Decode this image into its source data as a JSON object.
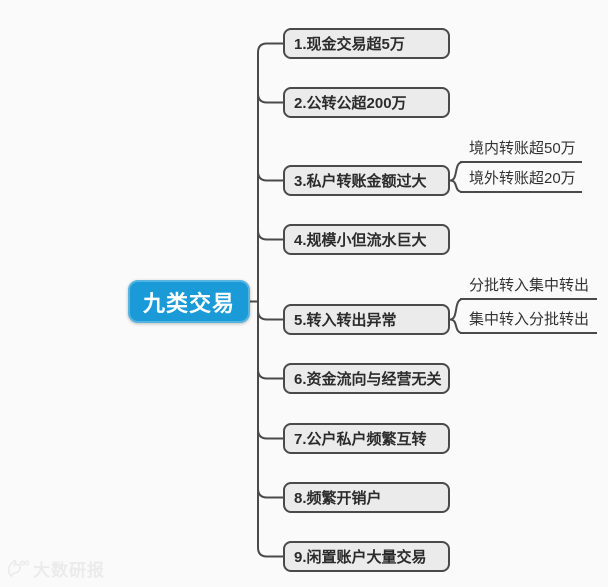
{
  "diagram": {
    "root": {
      "label": "九类交易"
    },
    "topics": [
      {
        "label": "1.现金交易超5万",
        "children": []
      },
      {
        "label": "2.公转公超200万",
        "children": []
      },
      {
        "label": "3.私户转账金额过大",
        "children": [
          {
            "label": "境内转账超50万"
          },
          {
            "label": "境外转账超20万"
          }
        ]
      },
      {
        "label": "4.规模小但流水巨大",
        "children": []
      },
      {
        "label": "5.转入转出异常",
        "children": [
          {
            "label": "分批转入集中转出"
          },
          {
            "label": "集中转入分批转出"
          }
        ]
      },
      {
        "label": "6.资金流向与经营无关",
        "children": []
      },
      {
        "label": "7.公户私户频繁互转",
        "children": []
      },
      {
        "label": "8.频繁开销户",
        "children": []
      },
      {
        "label": "9.闲置账户大量交易",
        "children": []
      }
    ]
  },
  "watermark": {
    "text": "大数研报"
  },
  "colors": {
    "background": "#fafafa",
    "root_fill": "#1b9ad8",
    "root_border": "#55b4e0",
    "topic_fill": "#ebebeb",
    "topic_border": "#4a4a4a",
    "connector": "#4a4a4a",
    "topic_text": "#2b2b2b",
    "root_text": "#ffffff"
  }
}
